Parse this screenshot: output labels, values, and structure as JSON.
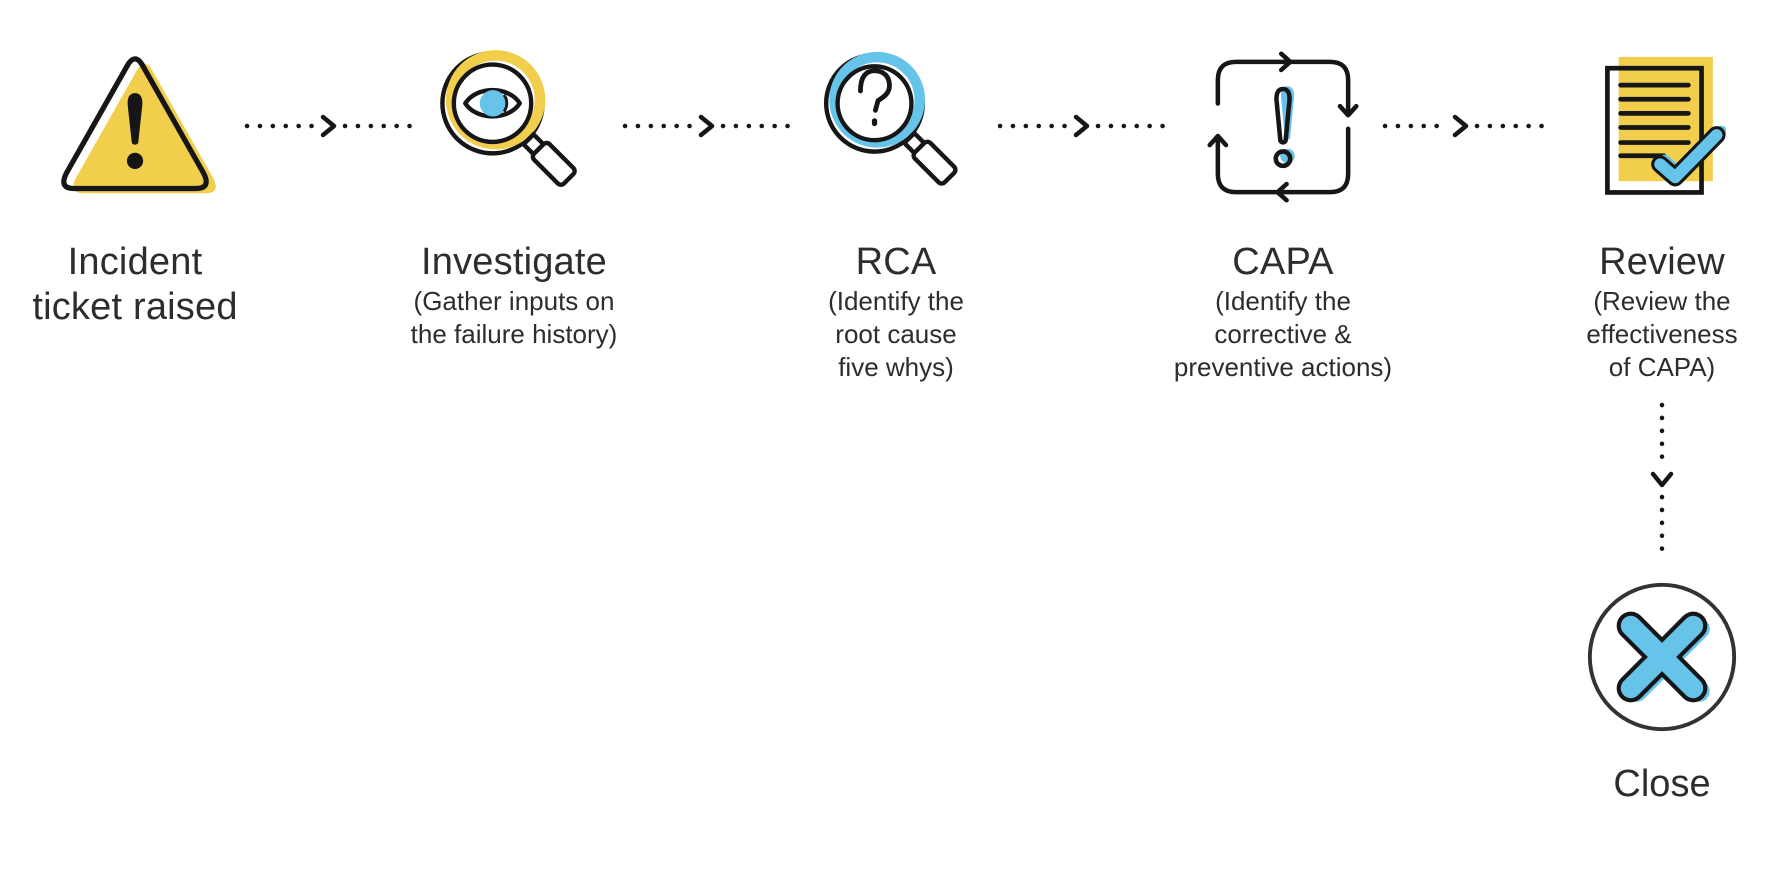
{
  "colors": {
    "yellow": "#F2CE4D",
    "blue": "#66C3EA",
    "ink": "#161616",
    "circle": "#333333",
    "text": "#2D2D30",
    "bg": "#FFFFFF"
  },
  "flow": {
    "stages": [
      {
        "name": "incident",
        "icon": "warning-triangle-icon",
        "title_lines": [
          "Incident",
          "ticket raised"
        ],
        "subtitle_lines": []
      },
      {
        "name": "investigate",
        "icon": "magnifier-eye-icon",
        "title_lines": [
          "Investigate"
        ],
        "subtitle_lines": [
          "(Gather inputs on",
          "the failure history)"
        ]
      },
      {
        "name": "rca",
        "icon": "magnifier-question-icon",
        "title_lines": [
          "RCA"
        ],
        "subtitle_lines": [
          "(Identify the",
          "root cause",
          "five whys)"
        ]
      },
      {
        "name": "capa",
        "icon": "cycle-exclamation-icon",
        "title_lines": [
          "CAPA"
        ],
        "subtitle_lines": [
          "(Identify the",
          "corrective &",
          "preventive actions)"
        ]
      },
      {
        "name": "review",
        "icon": "document-check-icon",
        "title_lines": [
          "Review"
        ],
        "subtitle_lines": [
          "(Review the",
          "effectiveness",
          "of CAPA)"
        ]
      }
    ],
    "terminal": {
      "name": "close",
      "icon": "circle-x-icon",
      "title": "Close"
    }
  }
}
